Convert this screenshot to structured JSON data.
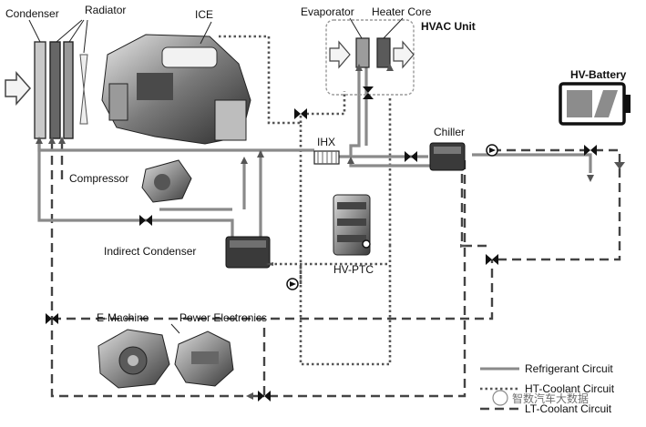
{
  "labels": {
    "condenser": "Condenser",
    "radiator": "Radiator",
    "ice": "ICE",
    "evaporator": "Evaporator",
    "heater_core": "Heater Core",
    "hvac_unit": "HVAC Unit",
    "hv_battery": "HV-Battery",
    "chiller": "Chiller",
    "ihx": "IHX",
    "compressor": "Compressor",
    "indirect_condenser": "Indirect Condenser",
    "hv_ptc": "HV-PTC",
    "e_machine": "E-Machine",
    "power_electronics": "Power Electronics"
  },
  "legend": {
    "refrigerant": "Refrigerant Circuit",
    "ht_coolant": "HT-Coolant Circuit",
    "lt_coolant": "LT-Coolant Circuit"
  },
  "watermark": "智数汽车大数据",
  "colors": {
    "refrigerant": "#8a8a8a",
    "ht_coolant": "#555555",
    "lt_coolant": "#444444",
    "hv_battery_fill": "#8c8c8c",
    "hvac_box": "#9a9a9a"
  },
  "icons": {
    "airflow_arrow": "airflow-arrow-icon",
    "valve": "valve-icon",
    "pump": "pump-icon"
  }
}
